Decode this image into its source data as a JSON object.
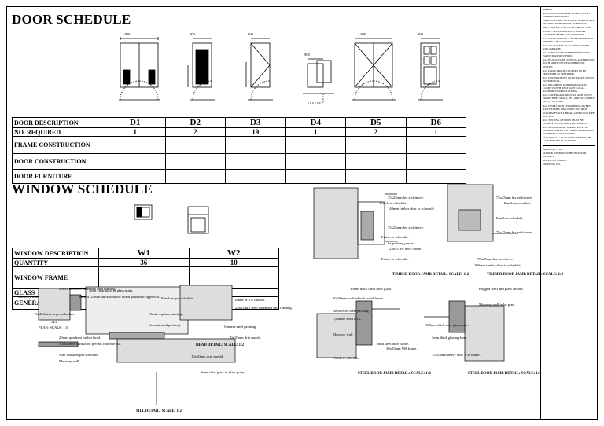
{
  "door_schedule": {
    "title": "DOOR SCHEDULE",
    "elevation_dims": [
      "1,800",
      "900",
      "900",
      "900",
      "1,800",
      "900"
    ],
    "extra_dims": [
      "2",
      "900"
    ],
    "rows": {
      "description": "DOOR DESCRIPTION",
      "required": "NO. REQUIRED",
      "frame": "FRAME CONSTRUCTION",
      "door": "DOOR CONSTRUCTION",
      "furniture": "DOOR FURNITURE"
    },
    "codes": [
      "D1",
      "D2",
      "D3",
      "D4",
      "D5",
      "D6"
    ],
    "quantities": [
      "1",
      "2",
      "19",
      "1",
      "2",
      "1"
    ]
  },
  "window_schedule": {
    "title": "WINDOW SCHEDULE",
    "rows": {
      "description": "WINDOW DESCRIPTION",
      "quantity": "QUANTITY",
      "frame": "WINDOW FRAME",
      "glass": "GLASS",
      "note": "GENERAL NOTE"
    },
    "codes": [
      "W1",
      "W2"
    ],
    "quantities": [
      "36",
      "10"
    ]
  },
  "notes": {
    "heading": "NOTES",
    "items": [
      "ALL DIMENSIONS ARE IN mm UNLESS OTHERWISE STATED.",
      "DRAWINGS ARE NOT TO BE SCALED. ALL FIGURED DIMENSIONS TO BE USED.",
      "THE CONTRACTOR MUST CHECK AND VERIFY ALL DIMENSIONS BEFORE COMMENCEMENT OF ANY WORK.",
      "ALL DOOR OPENINGS TO BE FORMED IN 200 THICK BLOCKWORK.",
      "ALL ON CUT EDGES TO BE ROUNDED AND SMOOTH.",
      "ALL STEELWORK TO BE PRIMED AND PAINTED AS SPECIFIED.",
      "ALL BLOCKWORK TO BE PLASTERED ON BOTH SIDES UNLESS OTHERWISE STATED.",
      "ALL DAMP PROOF COURSES TO BE PROVIDED AS SPECIFIED.",
      "ALL FOUNDATIONS TO BE TAKEN DOWN TO FIRM SOIL.",
      "ALL PLUMBING AND DRAINAGE TO COMPLY WITH RELEVANT LOCAL AUTHORITY REGULATIONS.",
      "ALL UNDERGROUND FOUL AND WASTE DRAIN PIPES SHALL BE LAID TO COMPLY WITH THE CODE.",
      "ALL INSPECTION CHAMBERS COVERS AND FRAMES SHALL BE CAST IRON.",
      "NO CHASES WILL BE ALLOWED FOR PIPE ROUTES.",
      "ALL TESTING OF PIPES MUST BE COMPLETED BEFORE PLASTERING.",
      "ALL MECHANICAL WORKS MUST BE COORDINATED WITH STRUCTURAL AND ARCHITECTURAL WORKS.",
      "ELECTRICAL: ALL CONDUITS MUST BE LAID BEFORE PLASTERING."
    ],
    "title_block": [
      "DRAWING TITLE",
      "DOOR & WINDOW SCHEDULE AND DETAILS",
      "SCALE: AS SHOWN",
      "DRAWING NO."
    ]
  },
  "detail_labels": {
    "timber_jamb_left": [
      "75x25mm hw architrave.",
      "Finish to schedule.",
      "140mm timber door to schedule.",
      "75x25mm hw architrave.",
      "Finish to schedule.",
      "6x packing pieces.",
      "125x45 hw door frame.",
      "Finish to schedule."
    ],
    "timber_jamb_left_caption": "TIMBER DOOR JAMB DETAIL: SCALE: 1:2",
    "timber_jamb_right": [
      "75x25mm hw architrave.",
      "Finish to schedule.",
      "Finish to schedule.",
      "75x25mm hw architrave.",
      "75x25mm hw architrave.",
      "200mm timber door to schedule."
    ],
    "timber_jamb_right_caption": "TIMBER DOOR JAMB DETAIL: SCALE: 1:2",
    "steel_jamb_left": [
      "35mm thick flush door glass.",
      "50x50mm welded mild steel frame.",
      "Reinforced steel packing.",
      "Cylinder dead lock.",
      "Masonry wall.",
      "Finish to schedule.",
      "Mild steel door frame.",
      "50x25mm MS frame."
    ],
    "steel_jamb_left_caption": "STEEL DOOR JAMB DETAIL: SCALE: 1:2",
    "steel_jamb_right": [
      "Rugged steel and glass anchor.",
      "Masonry wall to be plan.",
      "100mm thick door glass pane.",
      "3mm thick glazing bead.",
      "75x35mm heavy duty R.H frame."
    ],
    "steel_jamb_right_caption": "STEEL DOOR JAMB DETAIL: SCALE: 1:2",
    "window_left": [
      "25x33 m.s steel casement sash framing.",
      "Masonry wall.",
      "Wall finish as per schedule.",
      "CILL",
      "PLAN: SCALE: 1:5",
      "20mm quadrant timber bead.",
      "100x40mm hardwood precast concrete sill.",
      "Wall finish as per schedule.",
      "Masonry wall."
    ],
    "window_mid": [
      "3mm clear glass in glass putty.",
      "ex 25x125mm thick window board painted to approval.",
      "Finish as per schedule.",
      "Plastic asphalt painting.",
      "Cement sand painting.",
      "10x10mm drip mould.",
      "3mm clear glass in glass putty."
    ],
    "window_right": [
      "frame in S.E's detail.",
      "25x33 m.s steel casement sash framing.",
      "Cement sand painting.",
      "10x10mm drip mould.",
      "HEAD DETAIL: SCALE: 1:2"
    ],
    "sill_caption": "SILL DETAIL: SCALE: 1:2"
  }
}
